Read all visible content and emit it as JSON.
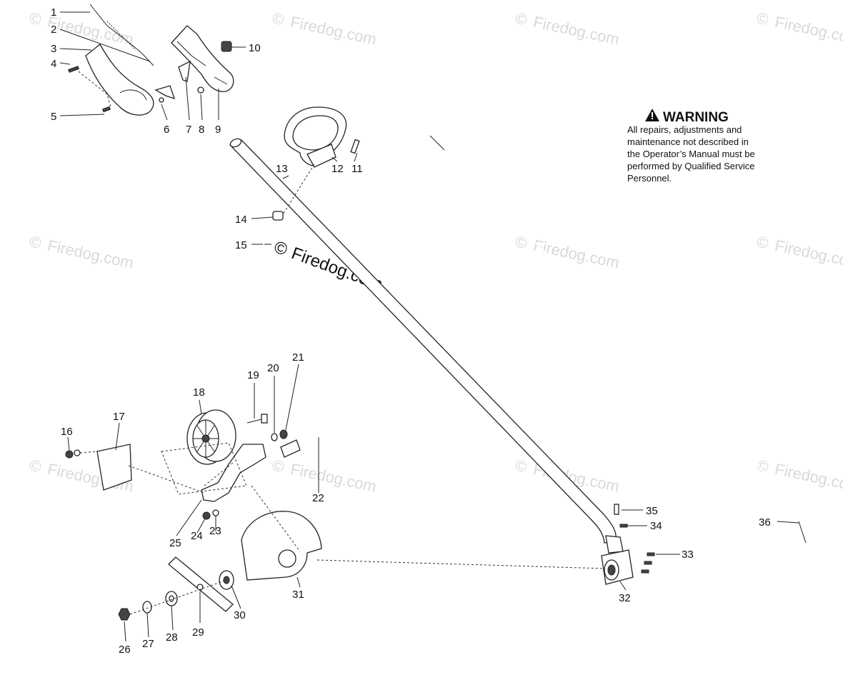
{
  "callouts": [
    "1",
    "2",
    "3",
    "4",
    "5",
    "6",
    "7",
    "8",
    "9",
    "10",
    "11",
    "12",
    "13",
    "14",
    "15",
    "16",
    "17",
    "18",
    "19",
    "20",
    "21",
    "22",
    "23",
    "24",
    "25",
    "26",
    "27",
    "28",
    "29",
    "30",
    "31",
    "32",
    "33",
    "34",
    "35",
    "36"
  ],
  "warning": {
    "title": "WARNING",
    "lines": [
      "All repairs, adjustments and",
      "maintenance not described in",
      "the Operator’s Manual must be",
      "performed by Qualified Service",
      "Personnel."
    ]
  },
  "watermark": {
    "copyright": "©",
    "brand": "Firedog.com"
  }
}
